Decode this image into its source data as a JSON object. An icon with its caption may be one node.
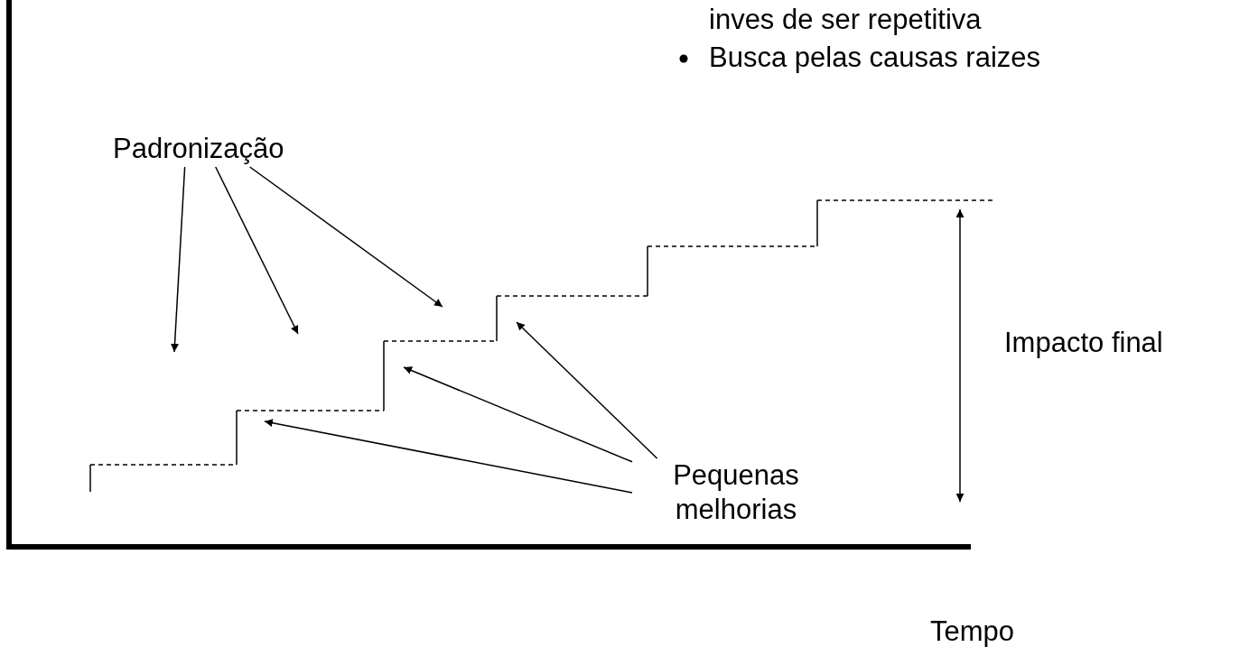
{
  "diagram": {
    "nodes": [
      {
        "text": [
          "Padronização"
        ]
      },
      {
        "text": [
          "Pequenas melhorias"
        ]
      }
    ],
    "edges": [
      {
        "from": 0,
        "to": null,
        "arrow": "to"
      },
      {
        "from": 0,
        "to": null,
        "arrow": "to"
      },
      {
        "from": 0,
        "to": null,
        "arrow": "to"
      },
      {
        "from": 1,
        "to": null,
        "arrow": "to"
      },
      {
        "from": 1,
        "to": null,
        "arrow": "to"
      },
      {
        "from": 1,
        "to": null,
        "arrow": "to"
      }
    ],
    "labels": [
      "inves de ser repetitiva",
      "Busca pelas causas raizes",
      "Impacto final",
      "Tempo"
    ]
  }
}
